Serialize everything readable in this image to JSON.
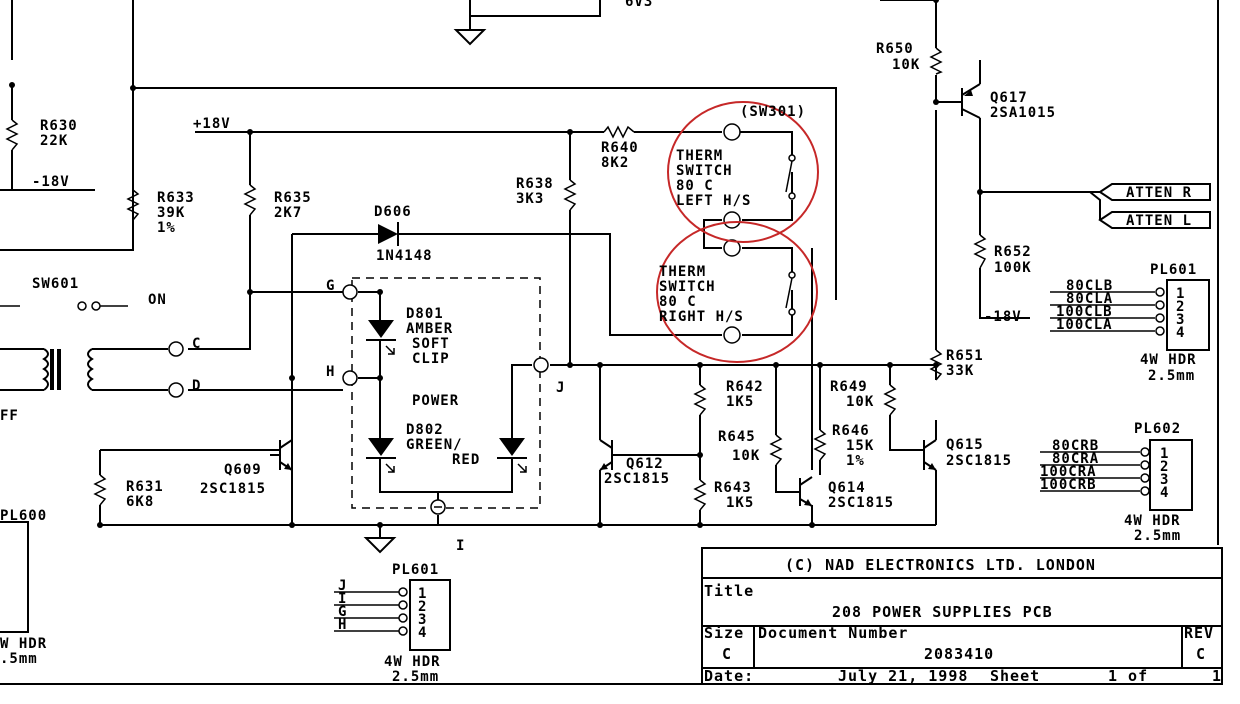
{
  "labels": {
    "top_6v3": "6V3",
    "r630": "R630",
    "r630_val": "22K",
    "neg18_left": "-18V",
    "plus18": "+18V",
    "r633": "R633",
    "r633_val": "39K",
    "r633_tol": "1%",
    "r635": "R635",
    "r635_val": "2K7",
    "d606": "D606",
    "d606_part": "1N4148",
    "r638": "R638",
    "r638_val": "3K3",
    "r640": "R640",
    "r640_val": "8K2",
    "sw301": "(SW301)",
    "therm_left_1": "THERM",
    "therm_left_2": "SWITCH",
    "therm_left_3": "80 C",
    "therm_left_4": "LEFT  H/S",
    "therm_right_1": "THERM",
    "therm_right_2": "SWITCH",
    "therm_right_3": "80 C",
    "therm_right_4": "RIGHT  H/S",
    "r650": "R650",
    "r650_val": "10K",
    "q617": "Q617",
    "q617_part": "2SA1015",
    "atten_r": "ATTEN R",
    "atten_l": "ATTEN L",
    "r652": "R652",
    "r652_val": "100K",
    "neg18_right": "-18V",
    "sw601": "SW601",
    "on": "ON",
    "ff": "FF",
    "node_g": "G",
    "node_h": "H",
    "node_c": "C",
    "node_d": "D",
    "node_j": "J",
    "node_i": "I",
    "d801": "D801",
    "d801_a": "AMBER",
    "d801_b": "SOFT",
    "d801_c": "CLIP",
    "power": "POWER",
    "d802": "D802",
    "d802_a": "GREEN/",
    "d802_b": "RED",
    "q609": "Q609",
    "q609_part": "2SC1815",
    "r631": "R631",
    "r631_val": "6K8",
    "q612": "Q612",
    "q612_part": "2SC1815",
    "r642": "R642",
    "r642_val": "1K5",
    "r645": "R645",
    "r645_val": "10K",
    "r643": "R643",
    "r643_val": "1K5",
    "r649": "R649",
    "r649_val": "10K",
    "r646": "R646",
    "r646_val": "15K",
    "r646_tol": "1%",
    "q614": "Q614",
    "q614_part": "2SC1815",
    "r651": "R651",
    "r651_val": "33K",
    "q615": "Q615",
    "q615_part": "2SC1815",
    "pl600": "PL600",
    "pl600_hdr1": "W HDR",
    "pl600_hdr2": ".5mm",
    "pl601_bottom": "PL601",
    "pl601_b_hdr1": "4W HDR",
    "pl601_b_hdr2": "2.5mm",
    "pl601_right": "PL601",
    "pl601_r_hdr1": "4W HDR",
    "pl601_r_hdr2": "2.5mm",
    "pl602": "PL602",
    "pl602_hdr1": "4W HDR",
    "pl602_hdr2": "2.5mm"
  },
  "pl601_bottom_pins": [
    {
      "net": "J",
      "pin": "1"
    },
    {
      "net": "I",
      "pin": "2"
    },
    {
      "net": "G",
      "pin": "3"
    },
    {
      "net": "H",
      "pin": "4"
    }
  ],
  "pl601_right_pins": [
    {
      "net": "80CLB",
      "pin": "1"
    },
    {
      "net": "80CLA",
      "pin": "2"
    },
    {
      "net": "100CLB",
      "pin": "3"
    },
    {
      "net": "100CLA",
      "pin": "4"
    }
  ],
  "pl602_pins": [
    {
      "net": "80CRB",
      "pin": "1"
    },
    {
      "net": "80CRA",
      "pin": "2"
    },
    {
      "net": "100CRA",
      "pin": "3"
    },
    {
      "net": "100CRB",
      "pin": "4"
    }
  ],
  "title_block": {
    "company": "(C)  NAD  ELECTRONICS  LTD.  LONDON",
    "title_label": "Title",
    "title": "208  POWER  SUPPLIES  PCB",
    "size_label": "Size",
    "size": "C",
    "docnum_label": "Document  Number",
    "docnum": "2083410",
    "rev_label": "REV",
    "rev": "C",
    "date_label": "Date:",
    "date": "July  21,  1998",
    "sheet_label": "Sheet",
    "sheet": "1 of",
    "sheet_total": "1"
  }
}
